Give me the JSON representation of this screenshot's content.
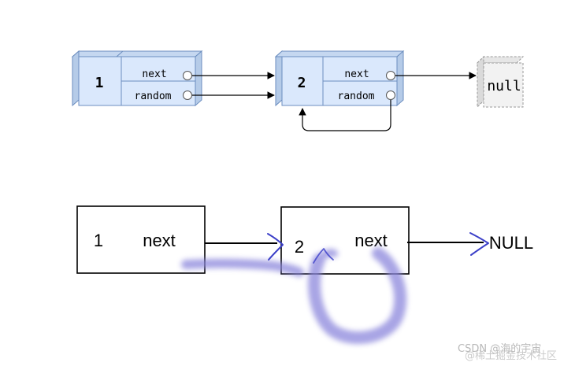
{
  "top_diagram": {
    "nodes": [
      {
        "id": "1",
        "label": "1",
        "field_next": "next",
        "field_random": "random"
      },
      {
        "id": "2",
        "label": "2",
        "field_next": "next",
        "field_random": "random"
      }
    ],
    "null_label": "null"
  },
  "bottom_diagram": {
    "node1_value": "1",
    "node1_next": "next",
    "node2_value": "2",
    "node2_next": "next",
    "null_label": "NULL"
  },
  "watermark": {
    "line1": "CSDN @海的宇宙",
    "line2": "@稀土掘金技术社区"
  },
  "colors": {
    "node_fill": "#dae8fc",
    "node_top": "#c5d7f0",
    "node_side": "#b5cbe8",
    "node_stroke": "#6c8ebf",
    "null_fill": "#f2f2f2",
    "null_stroke": "#999999",
    "ink": "#000000",
    "annotation": "#3b3fc8",
    "annotation_soft": "#8b86dc"
  }
}
